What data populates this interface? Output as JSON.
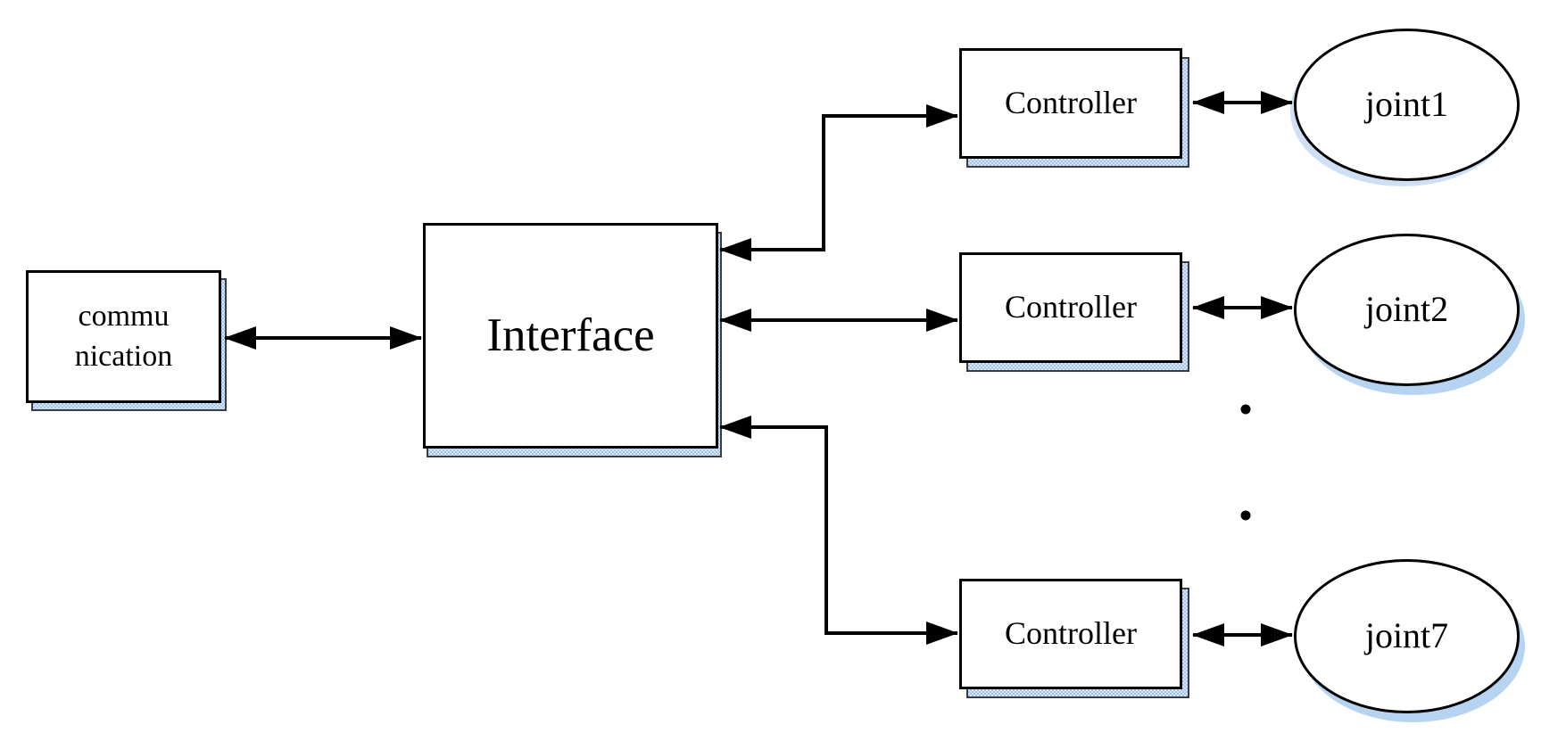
{
  "diagram": {
    "nodes": {
      "communication": {
        "label": "commu\nnication",
        "shape": "rectangle"
      },
      "interface": {
        "label": "Interface",
        "shape": "rectangle"
      },
      "controllers": [
        {
          "label": "Controller",
          "shape": "rectangle"
        },
        {
          "label": "Controller",
          "shape": "rectangle"
        },
        {
          "label": "Controller",
          "shape": "rectangle"
        }
      ],
      "joints": [
        {
          "label": "joint1",
          "shape": "ellipse"
        },
        {
          "label": "joint2",
          "shape": "ellipse"
        },
        {
          "label": "joint7",
          "shape": "ellipse"
        }
      ]
    },
    "connections": [
      {
        "from": "communication",
        "to": "interface",
        "style": "double-headed straight arrow"
      },
      {
        "from": "interface",
        "to": "controller-1",
        "style": "double-headed elbow arrow"
      },
      {
        "from": "interface",
        "to": "controller-2",
        "style": "double-headed straight arrow"
      },
      {
        "from": "interface",
        "to": "controller-3",
        "style": "double-headed elbow arrow"
      },
      {
        "from": "controller-1",
        "to": "joint1",
        "style": "double-headed straight arrow"
      },
      {
        "from": "controller-2",
        "to": "joint2",
        "style": "double-headed straight arrow"
      },
      {
        "from": "controller-3",
        "to": "joint7",
        "style": "double-headed straight arrow"
      }
    ],
    "vertical_ellipsis": {
      "between": [
        "joint2",
        "joint7"
      ],
      "dot_count": 2
    },
    "colors": {
      "line": "#000000",
      "node_fill": "#ffffff",
      "node_border": "#000000",
      "shadow_blue": "#b5d1f0",
      "background": "#ffffff"
    }
  }
}
